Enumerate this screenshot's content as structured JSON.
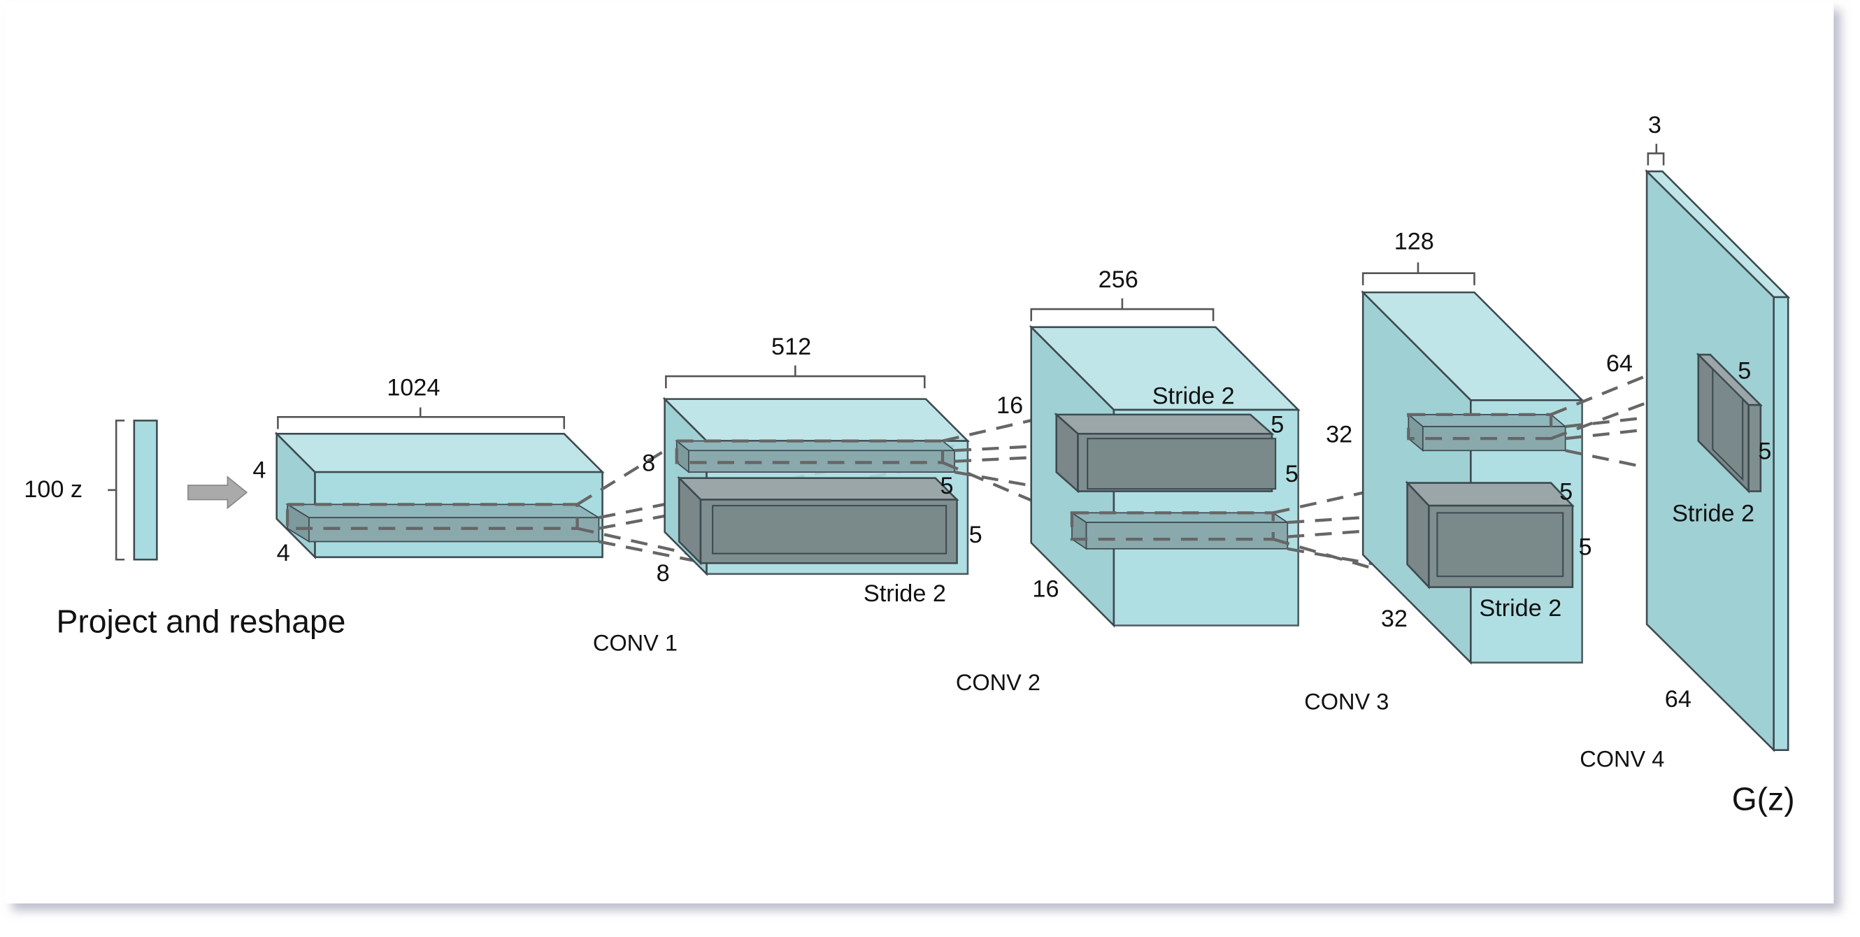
{
  "colors": {
    "volume_front": "#a8dce0",
    "volume_top": "#bfe5e8",
    "volume_side": "#9fd0d4",
    "kernel_dark": "#7f8f90",
    "kernel_top": "#9aa6a7",
    "arrow": "#aaaaaa",
    "shadow": "#c9c9d6"
  },
  "input": {
    "label": "100 z",
    "caption": "Project and reshape"
  },
  "output_label": "G(z)",
  "layers": [
    {
      "id": "project",
      "depth": "1024",
      "height": "4",
      "width": "4",
      "caption": ""
    },
    {
      "id": "conv1",
      "depth": "512",
      "height": "8",
      "width": "8",
      "caption": "CONV 1",
      "stride": "Stride 2",
      "k1": "5",
      "k2": "5"
    },
    {
      "id": "conv2",
      "depth": "256",
      "height": "16",
      "width": "16",
      "caption": "CONV 2",
      "stride": "Stride 2",
      "k1": "5",
      "k2": "5"
    },
    {
      "id": "conv3",
      "depth": "128",
      "height": "32",
      "width": "32",
      "caption": "CONV 3",
      "stride": "Stride 2",
      "k1": "5",
      "k2": "5"
    },
    {
      "id": "conv4",
      "depth": "3",
      "height": "64",
      "width": "64",
      "caption": "CONV 4",
      "stride": "Stride 2",
      "k1": "5",
      "k2": "5"
    }
  ]
}
